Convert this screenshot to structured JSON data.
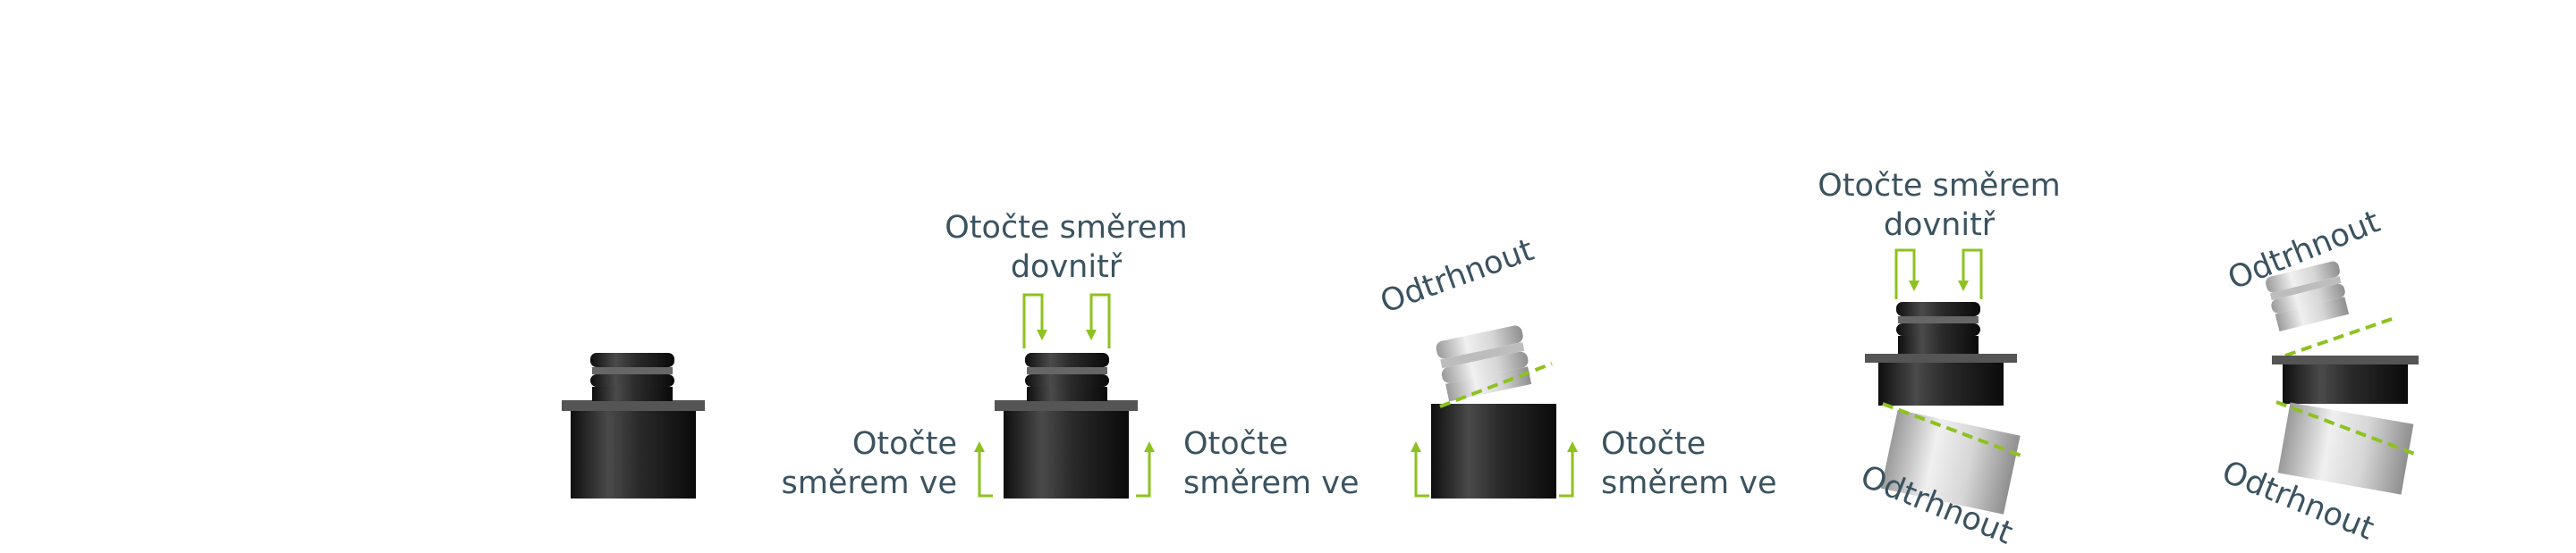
{
  "labels": {
    "step2_top_line1": "Otočte směrem",
    "step2_top_line2": "dovnitř",
    "step2_left_line1": "Otočte",
    "step2_left_line2": "směrem ve",
    "step2_right_line1": "Otočte",
    "step2_right_line2": "směrem ve",
    "step3_tear": "Odtrhnout",
    "step3_right_line1": "Otočte",
    "step3_right_line2": "směrem ve",
    "step4_top_line1": "Otočte směrem",
    "step4_top_line2": "dovnitř",
    "step4_tear": "Odtrhnout",
    "step5_tear_top": "Odtrhnout",
    "step5_tear_bottom": "Odtrhnout"
  },
  "colors": {
    "arrow": "#8dc21f",
    "text": "#3b5360",
    "part_dark": "#2a2a2a",
    "part_light": "#cfcfcf"
  },
  "icons": [
    "arrow-down-icon",
    "arrow-up-icon",
    "tear-line-icon"
  ]
}
